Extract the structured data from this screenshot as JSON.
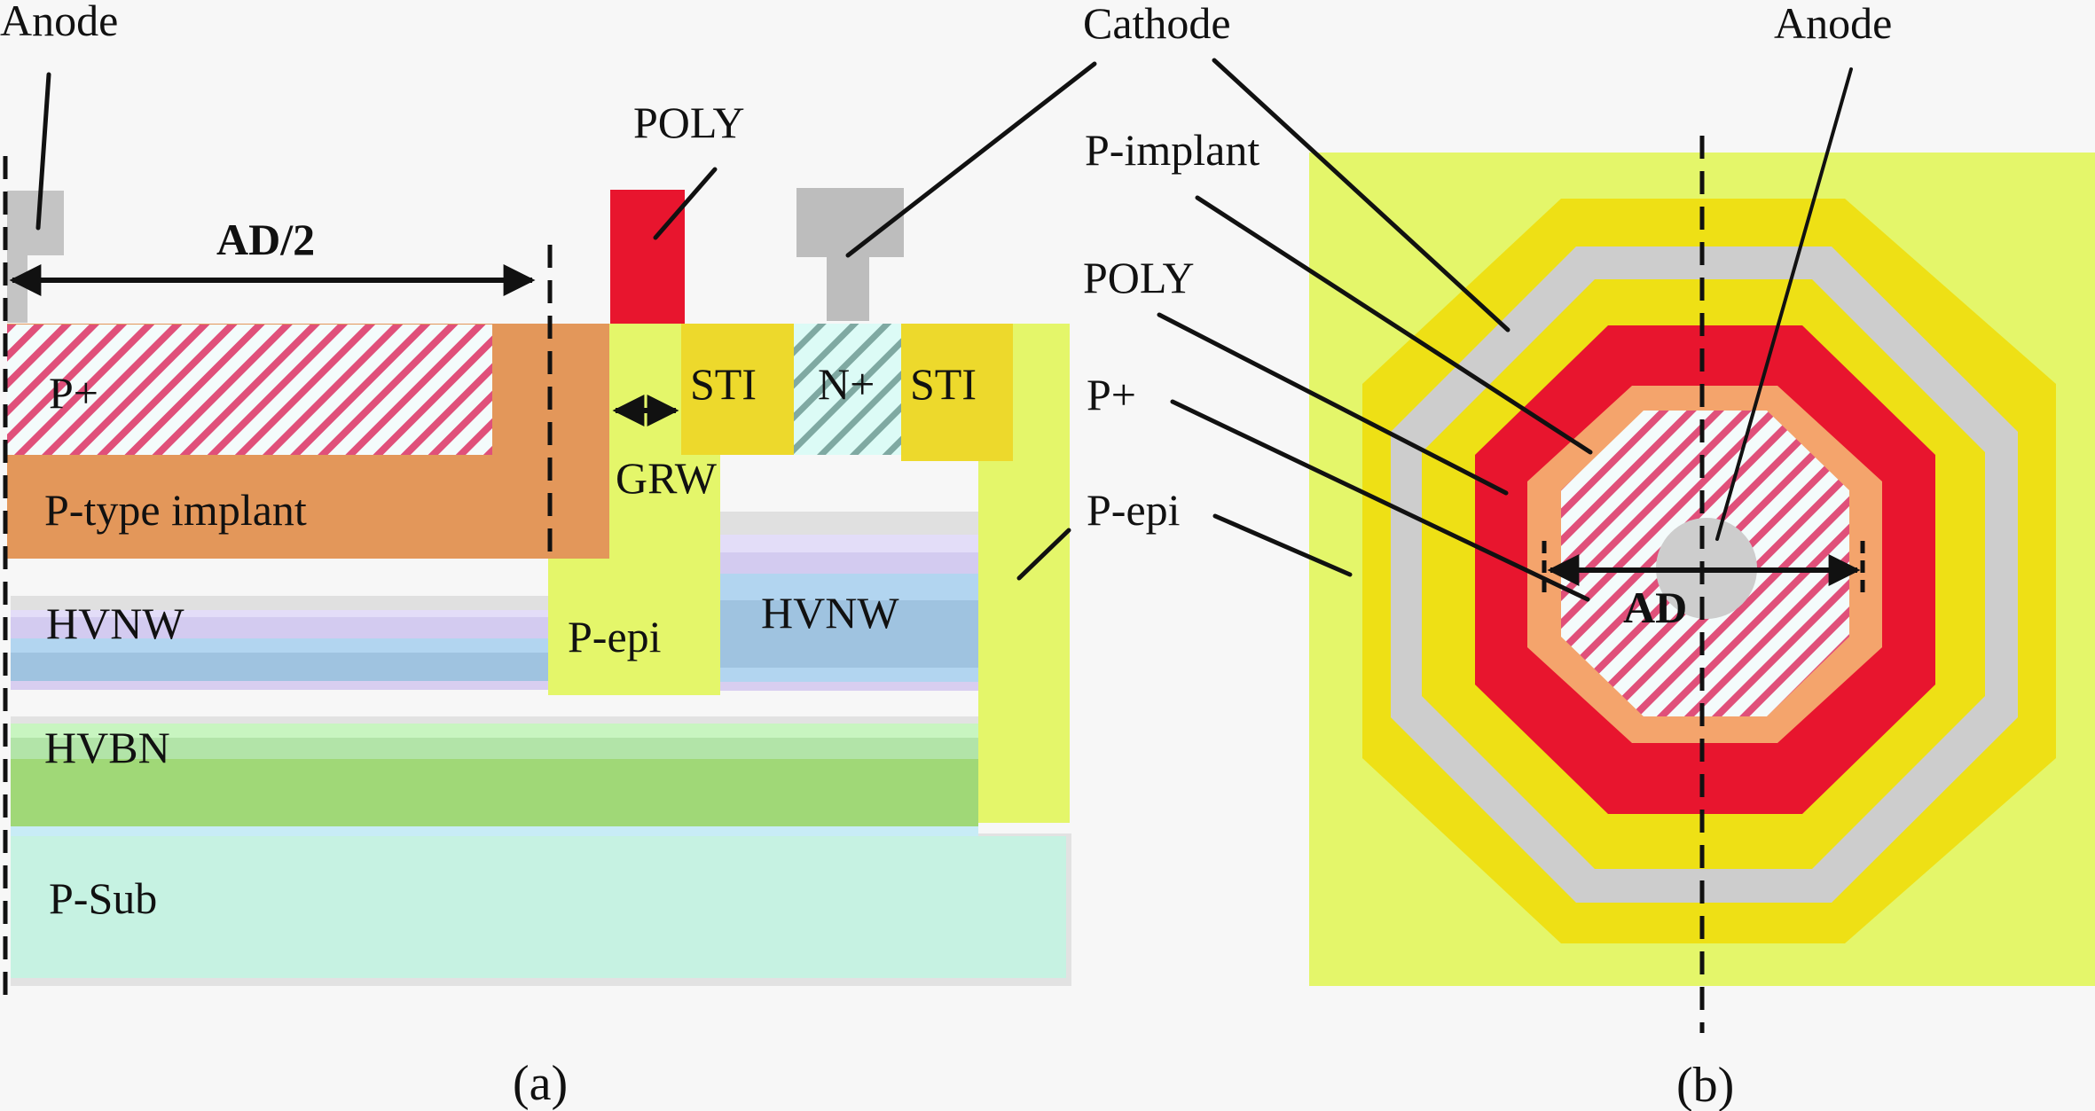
{
  "figure": {
    "panel_a": {
      "caption": "(a)",
      "dimension_label": "AD/2",
      "callouts": {
        "anode": "Anode",
        "poly": "POLY",
        "cathode": "Cathode"
      },
      "regions": {
        "p_plus": "P+",
        "p_type_implant": "P-type implant",
        "grw": "GRW",
        "sti_left": "STI",
        "n_plus": "N+",
        "sti_right": "STI",
        "hvnw_left": "HVNW",
        "p_epi": "P-epi",
        "hvnw_right": "HVNW",
        "hvbn": "HVBN",
        "p_sub": "P-Sub"
      }
    },
    "panel_b": {
      "caption": "(b)",
      "dimension_label": "AD",
      "callouts": {
        "anode": "Anode",
        "p_implant": "P-implant",
        "poly": "POLY",
        "p_plus": "P+",
        "p_epi": "P-epi"
      }
    },
    "colors": {
      "p_plus_hatch": "#E0507A",
      "p_type_implant": "#E3975A",
      "poly": "#E8152E",
      "metal_contact": "#BDBDBD",
      "sti": "#EDD92C",
      "n_plus_hatch": "#6FA8A0",
      "p_epi": "#E4F66A",
      "hvnw": "#A6C8E4",
      "hvbn": "#A0D877",
      "p_sub": "#C6F2E2",
      "ring_yellow": "#EEE015",
      "ring_gray": "#CDCDCD",
      "p_implant_ring": "#F4A46C"
    }
  }
}
